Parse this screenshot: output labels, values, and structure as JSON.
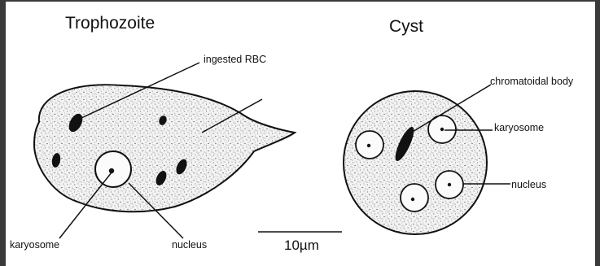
{
  "titles": {
    "trophozoite": "Trophozoite",
    "cyst": "Cyst"
  },
  "trophozoite_labels": {
    "ingested_rbc": "ingested RBC",
    "karyosome": "karyosome",
    "nucleus": "nucleus"
  },
  "cyst_labels": {
    "chromatoidal_body": "chromatoidal body",
    "karyosome": "karyosome",
    "nucleus": "nucleus"
  },
  "scale_bar": {
    "label": "10µm"
  },
  "colors": {
    "frame": "#3a3a3a",
    "background": "#ffffff",
    "ink": "#111111",
    "cell_fill": "#f1f1f1"
  }
}
